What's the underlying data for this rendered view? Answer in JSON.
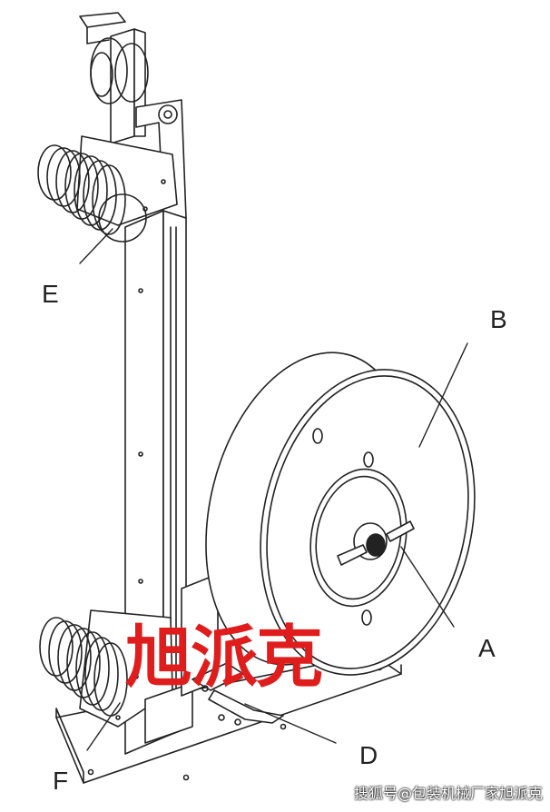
{
  "figure": {
    "labels": {
      "A": "A",
      "B": "B",
      "D": "D",
      "E": "E",
      "F": "F"
    },
    "watermark": "旭派克",
    "credit": "搜狐号@包装机械厂家旭派克",
    "colors": {
      "line": "#222222",
      "watermark": "#e01d1d",
      "background": "#ffffff"
    }
  }
}
